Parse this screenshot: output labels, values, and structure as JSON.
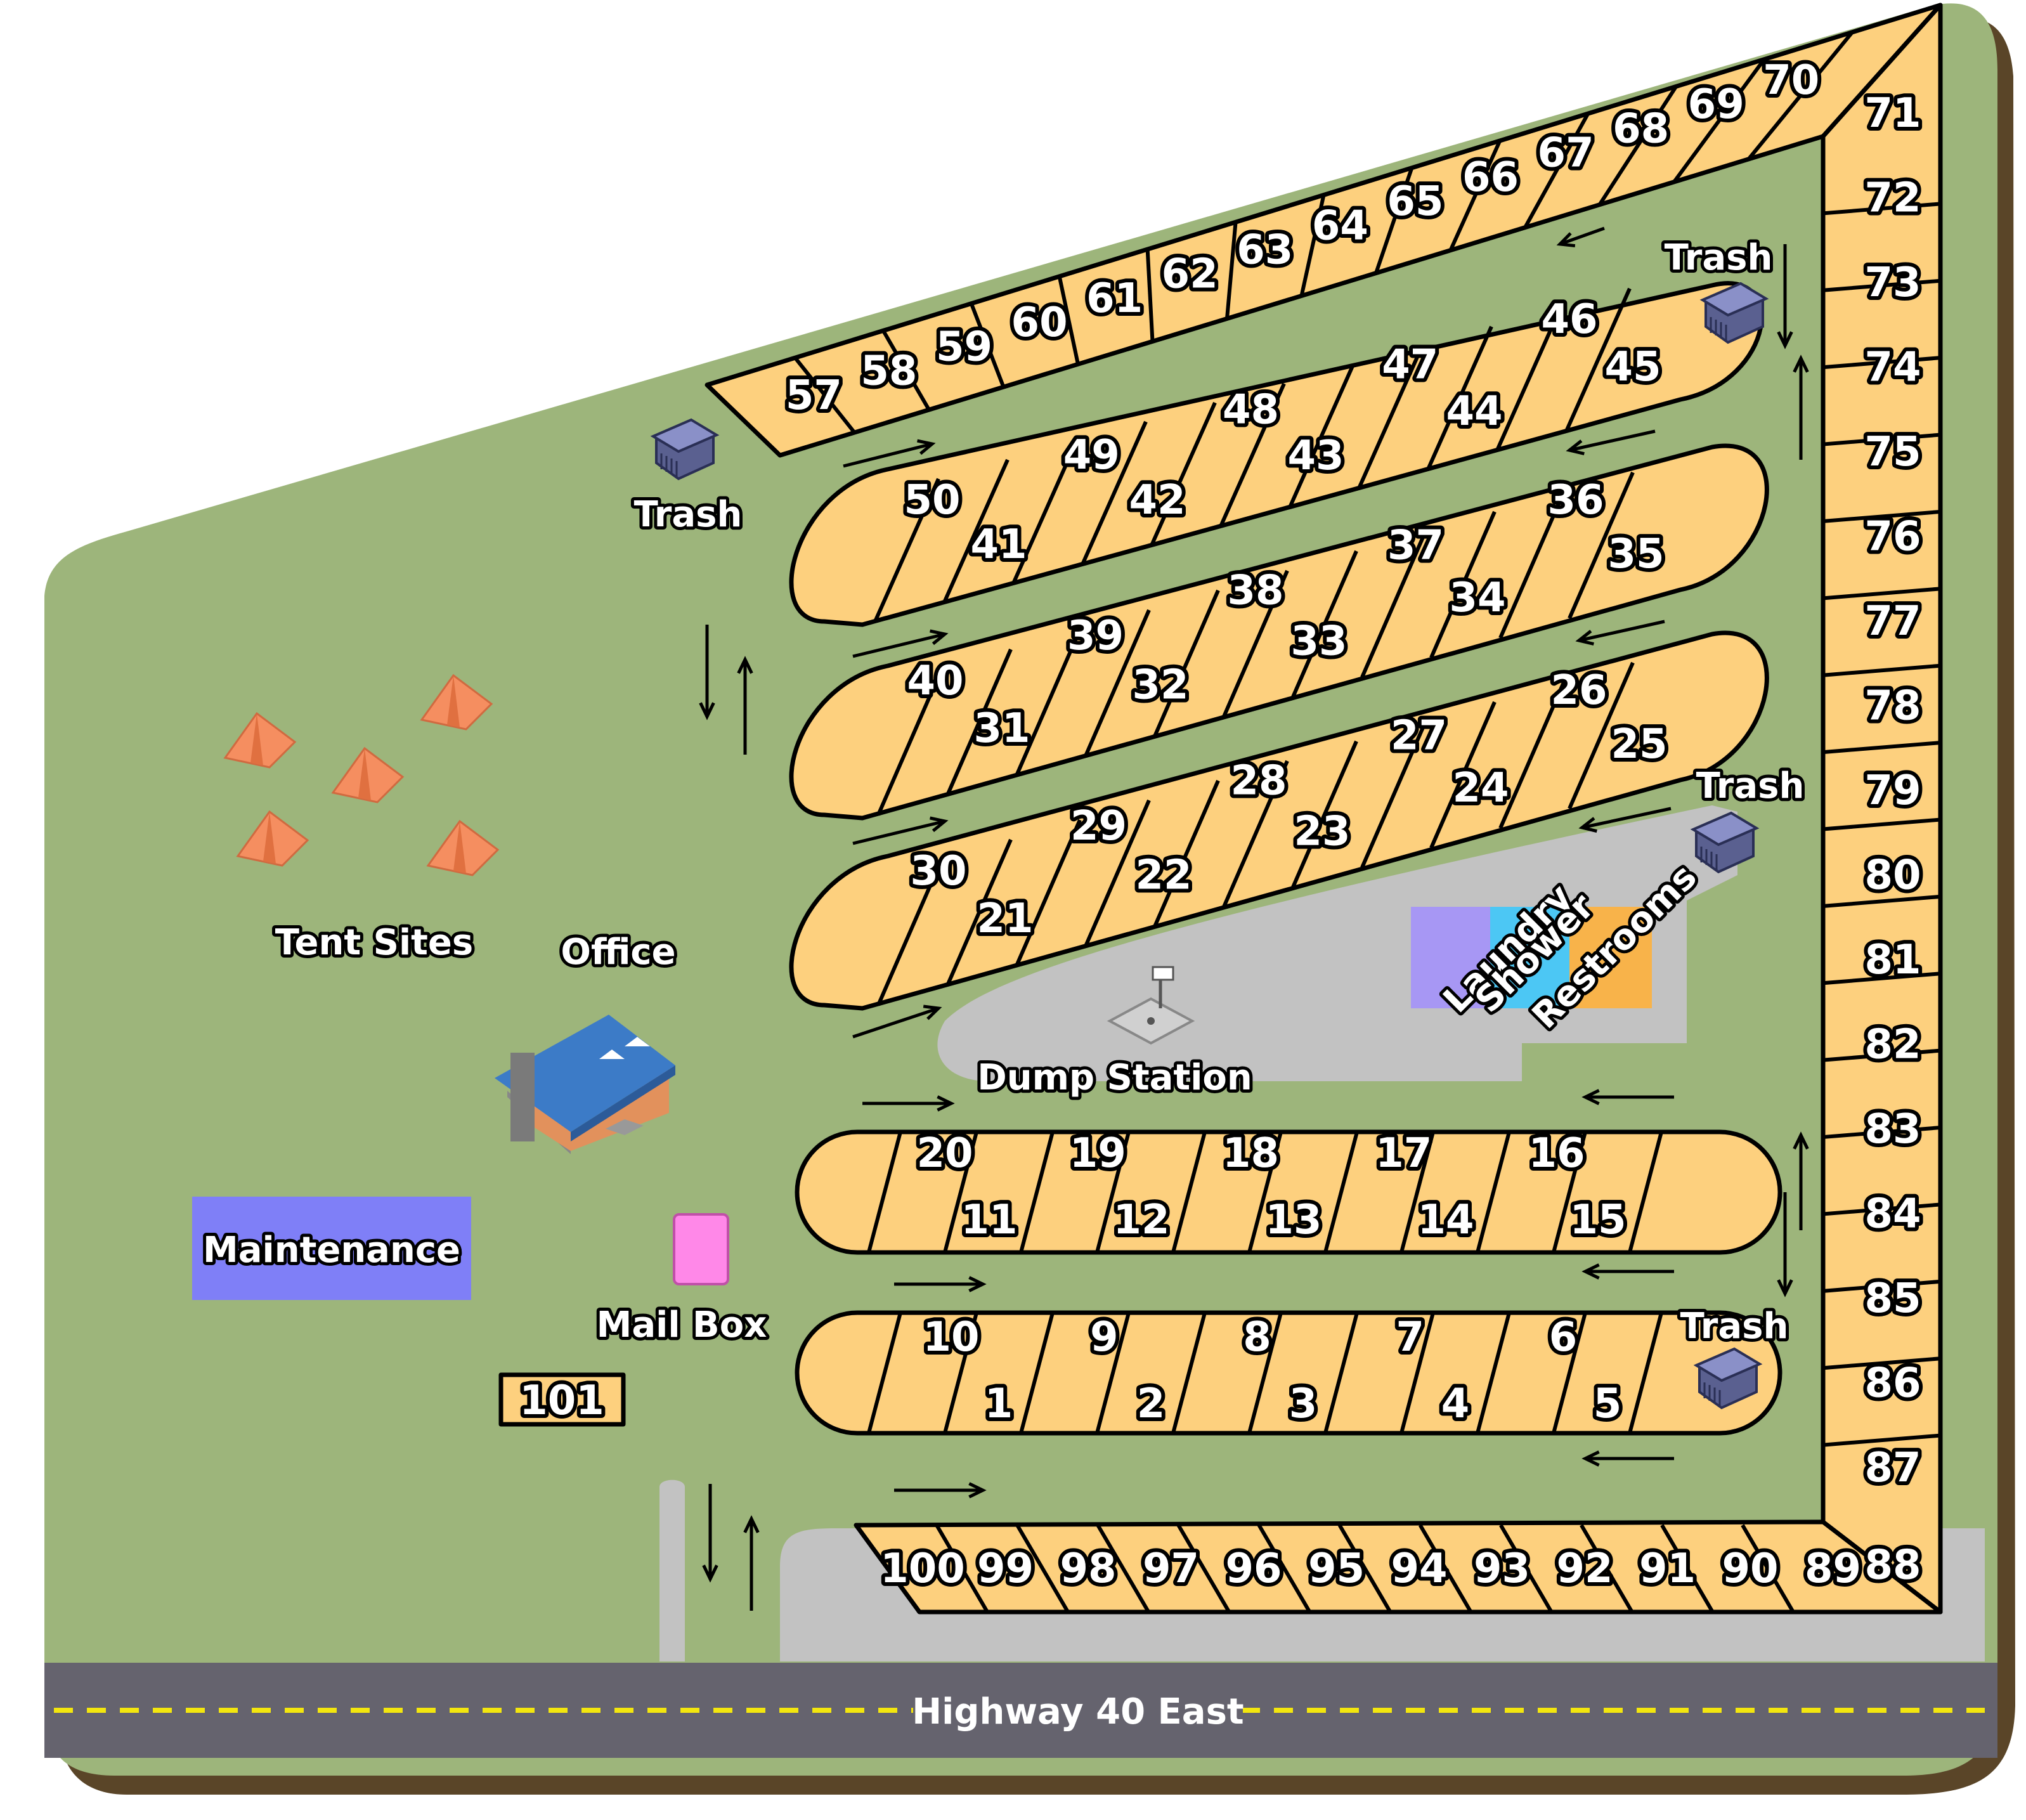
{
  "colors": {
    "grass": "#9db57b",
    "ground_shadow": "#5a4528",
    "site_fill": "#fdd07e",
    "paved": "#c2c2c2",
    "road": "#65636e",
    "road_line": "#f3e60e",
    "maintenance": "#7f7ff7",
    "mailbox": "#ff88e8",
    "laundry": "#a797f4",
    "shower": "#4cc7f4",
    "restrooms": "#f8b34a",
    "tent": "#f58e60",
    "office_roof": "#3c7bc7",
    "office_wall": "#e2915c"
  },
  "labels": {
    "trash": "Trash",
    "tent_sites": "Tent Sites",
    "office": "Office",
    "dump_station": "Dump Station",
    "maintenance": "Maintenance",
    "mail_box": "Mail Box",
    "laundry": "Laundry",
    "shower": "Shower",
    "restrooms": "Restrooms",
    "highway": "Highway 40 East",
    "site_101": "101"
  },
  "icons": [
    "trash-dumpster-icon",
    "tent-icon",
    "office-building-icon",
    "dump-station-icon",
    "one-way-arrow-icon"
  ],
  "sites": {
    "top_row": [
      "57",
      "58",
      "59",
      "60",
      "61",
      "62",
      "63",
      "64",
      "65",
      "66",
      "67",
      "68",
      "69",
      "70"
    ],
    "right_column": [
      "71",
      "72",
      "73",
      "74",
      "75",
      "76",
      "77",
      "78",
      "79",
      "80",
      "81",
      "82",
      "83",
      "84",
      "85",
      "86",
      "87",
      "88"
    ],
    "bottom_row": [
      "100",
      "99",
      "98",
      "97",
      "96",
      "95",
      "94",
      "93",
      "92",
      "91",
      "90",
      "89"
    ],
    "island_1": {
      "upper": [
        "50",
        "49",
        "48",
        "47",
        "46"
      ],
      "lower": [
        "41",
        "42",
        "43",
        "44",
        "45"
      ]
    },
    "island_2": {
      "upper": [
        "40",
        "39",
        "38",
        "37",
        "36"
      ],
      "lower": [
        "31",
        "32",
        "33",
        "34",
        "35"
      ]
    },
    "island_3": {
      "upper": [
        "30",
        "29",
        "28",
        "27",
        "26"
      ],
      "lower": [
        "21",
        "22",
        "23",
        "24",
        "25"
      ]
    },
    "island_4": {
      "upper": [
        "20",
        "19",
        "18",
        "17",
        "16"
      ],
      "lower": [
        "11",
        "12",
        "13",
        "14",
        "15"
      ]
    },
    "island_5": {
      "upper": [
        "10",
        "9",
        "8",
        "7",
        "6"
      ],
      "lower": [
        "1",
        "2",
        "3",
        "4",
        "5"
      ]
    }
  }
}
